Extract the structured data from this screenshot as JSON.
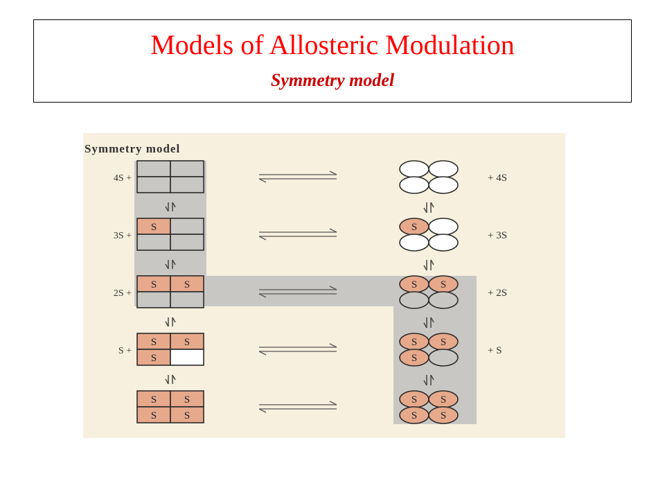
{
  "title": "Models of Allosteric Modulation",
  "subtitle": "Symmetry model",
  "figure": {
    "caption": "Symmetry model",
    "site_label": "S",
    "left_labels": [
      "4S +",
      "3S +",
      "2S +",
      "S +",
      ""
    ],
    "right_labels": [
      "+ 4S",
      "+ 3S",
      "+ 2S",
      "+ S",
      ""
    ],
    "bound_counts": [
      0,
      1,
      2,
      3,
      4
    ]
  },
  "colors": {
    "title": "#ff0000",
    "subtitle": "#cc0000",
    "paper": "#f7f0de",
    "band": "#c9c7c3",
    "bound": "#e7a98c",
    "stroke": "#2a2a2a"
  }
}
